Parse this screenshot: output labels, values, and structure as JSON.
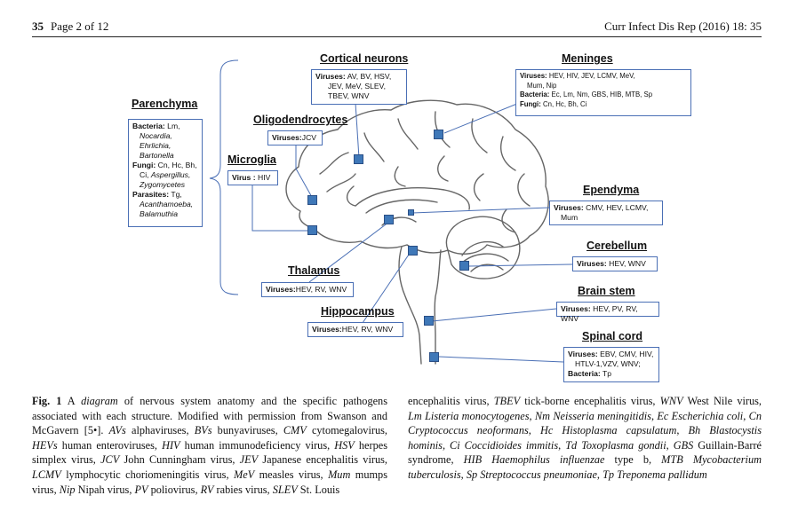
{
  "header": {
    "page_number": "35",
    "page_label": "Page 2 of 12",
    "journal": "Curr Infect Dis Rep (2016) 18: 35"
  },
  "figure": {
    "labels": {
      "parenchyma": {
        "title": "Parenchyma",
        "bacteria_label": "Bacteria:",
        "bacteria_first": "Lm,",
        "bacteria_rest": [
          "Nocardia,",
          "Ehrlichia,",
          "Bartonella"
        ],
        "fungi_label": "Fungi:",
        "fungi_first": "Cn, Hc, Bh,",
        "fungi_second": "Ci,",
        "fungi_italic_1": "Aspergillus,",
        "fungi_italic_2": "Zygomycetes",
        "parasites_label": "Parasites:",
        "parasites_first": "Tg,",
        "parasites_rest": [
          "Acanthamoeba,",
          "Balamuthia"
        ]
      },
      "oligodendrocytes": {
        "title": "Oligodendrocytes",
        "label": "Viruses:",
        "values": "JCV"
      },
      "microglia": {
        "title": "Microglia",
        "label": "Virus :",
        "values": "HIV"
      },
      "cortical_neurons": {
        "title": "Cortical neurons",
        "label": "Viruses:",
        "lines": [
          "AV, BV, HSV,",
          "JEV, MeV, SLEV,",
          "TBEV, WNV"
        ]
      },
      "meninges": {
        "title": "Meninges",
        "viruses_label": "Viruses:",
        "viruses_line1": "HEV, HIV, JEV, LCMV, MeV,",
        "viruses_line2": "Mum, Nip",
        "bacteria_label": "Bacteria:",
        "bacteria": "Ec, Lm, Nm, GBS, HIB, MTB, Sp",
        "fungi_label": "Fungi:",
        "fungi": "Cn, Hc, Bh, Ci"
      },
      "ependyma": {
        "title": "Ependyma",
        "label": "Viruses:",
        "line1": "CMV, HEV, LCMV,",
        "line2": "Mum"
      },
      "cerebellum": {
        "title": "Cerebellum",
        "label": "Viruses:",
        "values": "HEV, WNV"
      },
      "thalamus": {
        "title": "Thalamus",
        "label": "Viruses:",
        "values": "HEV, RV, WNV"
      },
      "brain_stem": {
        "title": "Brain stem",
        "label": "Viruses:",
        "values": "HEV, PV, RV, WNV"
      },
      "hippocampus": {
        "title": "Hippocampus",
        "label": "Viruses:",
        "values": "HEV, RV, WNV"
      },
      "spinal_cord": {
        "title": "Spinal cord",
        "viruses_label": "Viruses:",
        "line1": "EBV, CMV, HIV,",
        "line2": "HTLV-1,VZV, WNV;",
        "bacteria_label": "Bacteria:",
        "bacteria": "Tp"
      }
    }
  },
  "caption": {
    "label": "Fig. 1",
    "p1": "A ",
    "diagram_word": "diagram",
    "p2": " of nervous system anatomy and the specific pathogens associated with each structure. Modified with permission from Swanson and McGavern [5•]. ",
    "segments_col1": [
      [
        "AVs",
        " alphaviruses, "
      ],
      [
        "BVs",
        " bunyaviruses, "
      ],
      [
        "CMV",
        " cytomegalovirus, "
      ],
      [
        "HEVs",
        " human enteroviruses, "
      ],
      [
        "HIV",
        " human immunodeficiency virus, "
      ],
      [
        "HSV",
        " herpes simplex virus, "
      ],
      [
        "JCV",
        " John Cunningham virus, "
      ],
      [
        "JEV",
        " Japanese encephalitis virus, "
      ],
      [
        "LCMV",
        " lymphocytic choriomeningitis virus, "
      ],
      [
        "MeV",
        " measles virus, "
      ],
      [
        "Mum",
        " mumps virus, "
      ],
      [
        "Nip",
        " Nipah virus, "
      ],
      [
        "PV",
        " poliovirus, "
      ],
      [
        "RV",
        " rabies virus, "
      ],
      [
        "SLEV",
        " St. Louis"
      ]
    ],
    "col2_lead": "encephalitis virus, ",
    "segments_col2": [
      [
        "TBEV",
        " tick-borne encephalitis virus, "
      ],
      [
        "WNV",
        " West Nile virus, "
      ],
      [
        "Lm Listeria monocytogenes",
        ", "
      ],
      [
        "Nm Neisseria meningitidis",
        ", "
      ],
      [
        "Ec Escherichia coli",
        ", "
      ],
      [
        "Cn Cryptococcus neoformans",
        ", "
      ],
      [
        "Hc Histoplasma capsulatum",
        ", "
      ],
      [
        "Bh Blastocystis hominis",
        ", "
      ],
      [
        "Ci Coccidioides immitis",
        ", "
      ],
      [
        "Td Toxoplasma gondii",
        ", "
      ],
      [
        "GBS",
        " Guillain-Barré syndrome, "
      ],
      [
        "HIB Haemophilus influenzae",
        " type b, "
      ],
      [
        "MTB Mycobacterium tuberculosis",
        ", "
      ],
      [
        "Sp Streptococcus pneumoniae",
        ", "
      ],
      [
        "Tp Treponema pallidum",
        ""
      ]
    ]
  }
}
